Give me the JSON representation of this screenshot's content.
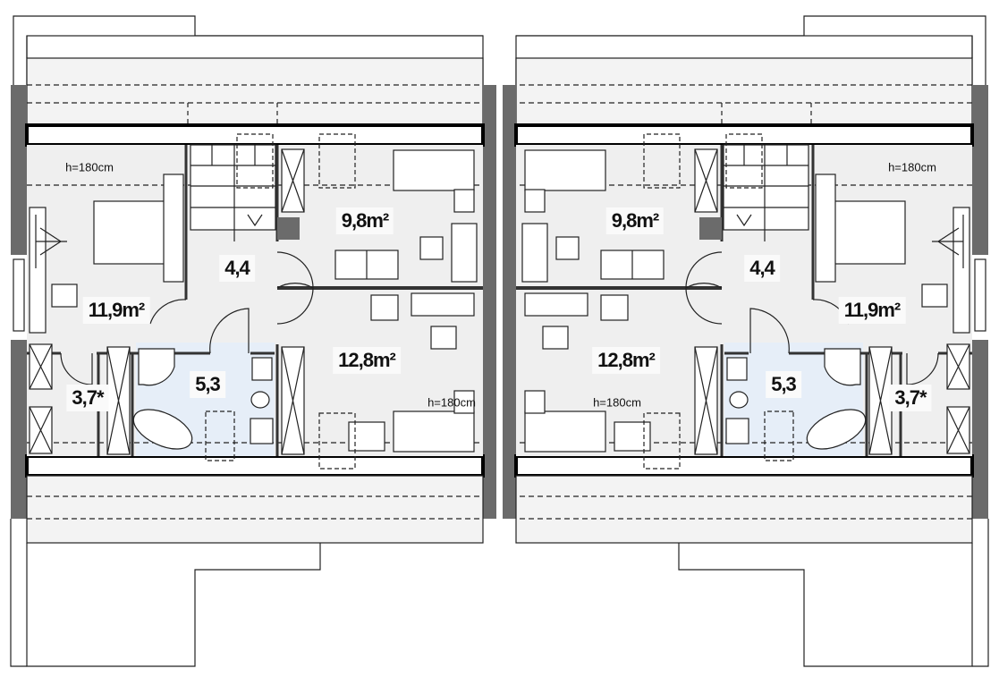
{
  "plan": {
    "left_unit": {
      "rooms": [
        {
          "id": "room-9-8",
          "label": "9,8m²"
        },
        {
          "id": "hall-4-4",
          "label": "4,4"
        },
        {
          "id": "bedroom-11-9",
          "label": "11,9m²"
        },
        {
          "id": "room-12-8",
          "label": "12,8m²"
        },
        {
          "id": "bathroom-5-3",
          "label": "5,3"
        },
        {
          "id": "closet-3-7",
          "label": "3,7*"
        }
      ],
      "heights": [
        "h=180cm",
        "h=180cm"
      ]
    },
    "right_unit": {
      "rooms": [
        {
          "id": "room-9-8",
          "label": "9,8m²"
        },
        {
          "id": "hall-4-4",
          "label": "4,4"
        },
        {
          "id": "bedroom-11-9",
          "label": "11,9m²"
        },
        {
          "id": "room-12-8",
          "label": "12,8m²"
        },
        {
          "id": "bathroom-5-3",
          "label": "5,3"
        },
        {
          "id": "closet-3-7",
          "label": "3,7*"
        }
      ],
      "heights": [
        "h=180cm",
        "h=180cm"
      ]
    },
    "colors": {
      "wall": "#6b6b6b",
      "floor": "#efefef",
      "bathroom": "#e6eef8",
      "roof": "#f3f3f3"
    }
  }
}
